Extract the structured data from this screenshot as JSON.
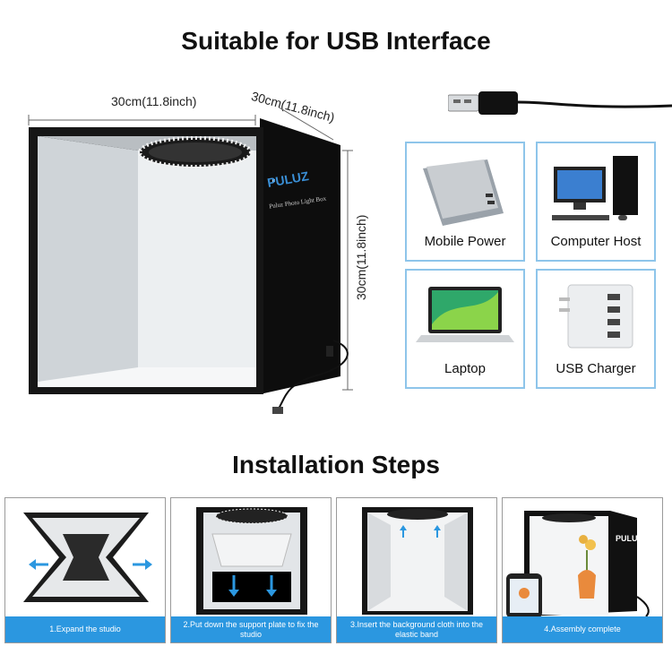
{
  "top_title": "Suitable for USB Interface",
  "dimensions": {
    "width": "30cm(11.8inch)",
    "depth": "30cm(11.8inch)",
    "height": "30cm(11.8inch)"
  },
  "box": {
    "brand": "PULUZ",
    "subtitle": "Puluz Photo Light Box"
  },
  "power_sources": [
    {
      "label": "Mobile Power",
      "icon": "power-bank-icon"
    },
    {
      "label": "Computer Host",
      "icon": "desktop-computer-icon"
    },
    {
      "label": "Laptop",
      "icon": "laptop-icon"
    },
    {
      "label": "USB Charger",
      "icon": "usb-charger-icon"
    }
  ],
  "install_title": "Installation Steps",
  "steps": [
    {
      "caption": "1.Expand the studio"
    },
    {
      "caption": "2.Put down the support plate to fix the studio"
    },
    {
      "caption": "3.Insert the background cloth into the elastic band"
    },
    {
      "caption": "4.Assembly complete"
    }
  ],
  "colors": {
    "accent_blue": "#2b97e0",
    "card_border": "#8ec5ea",
    "box_black": "#111111"
  }
}
